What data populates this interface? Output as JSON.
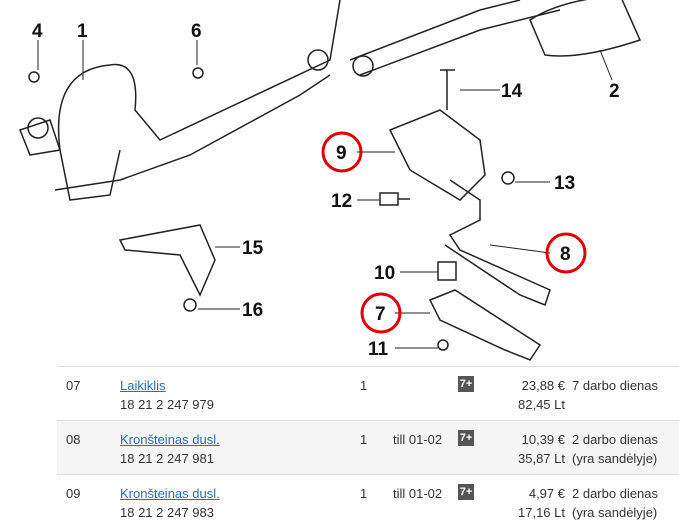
{
  "diagram": {
    "labels": [
      "1",
      "2",
      "4",
      "6",
      "7",
      "8",
      "9",
      "10",
      "11",
      "12",
      "13",
      "14",
      "15",
      "16"
    ],
    "highlighted": [
      "7",
      "8",
      "9"
    ],
    "highlight_color": "#e00000"
  },
  "rows": [
    {
      "num": "07",
      "name": "Laikiklis",
      "code": "18 21 2 247 979",
      "qty": "1",
      "till": "",
      "badge": "7+",
      "eur": "23,88 €",
      "lt": "82,45 Lt",
      "delivery": "7 darbo dienas",
      "stock": ""
    },
    {
      "num": "08",
      "name": "Kronšteinas dusl.",
      "code": "18 21 2 247 981",
      "qty": "1",
      "till": "till 01-02",
      "badge": "7+",
      "eur": "10,39 €",
      "lt": "35,87 Lt",
      "delivery": "2 darbo dienas",
      "stock": "(yra sandėlyje)"
    },
    {
      "num": "09",
      "name": "Kronšteinas dusl.",
      "code": "18 21 2 247 983",
      "qty": "1",
      "till": "till 01-02",
      "badge": "7+",
      "eur": "4,97 €",
      "lt": "17,16 Lt",
      "delivery": "2 darbo dienas",
      "stock": "(yra sandėlyje)"
    }
  ]
}
